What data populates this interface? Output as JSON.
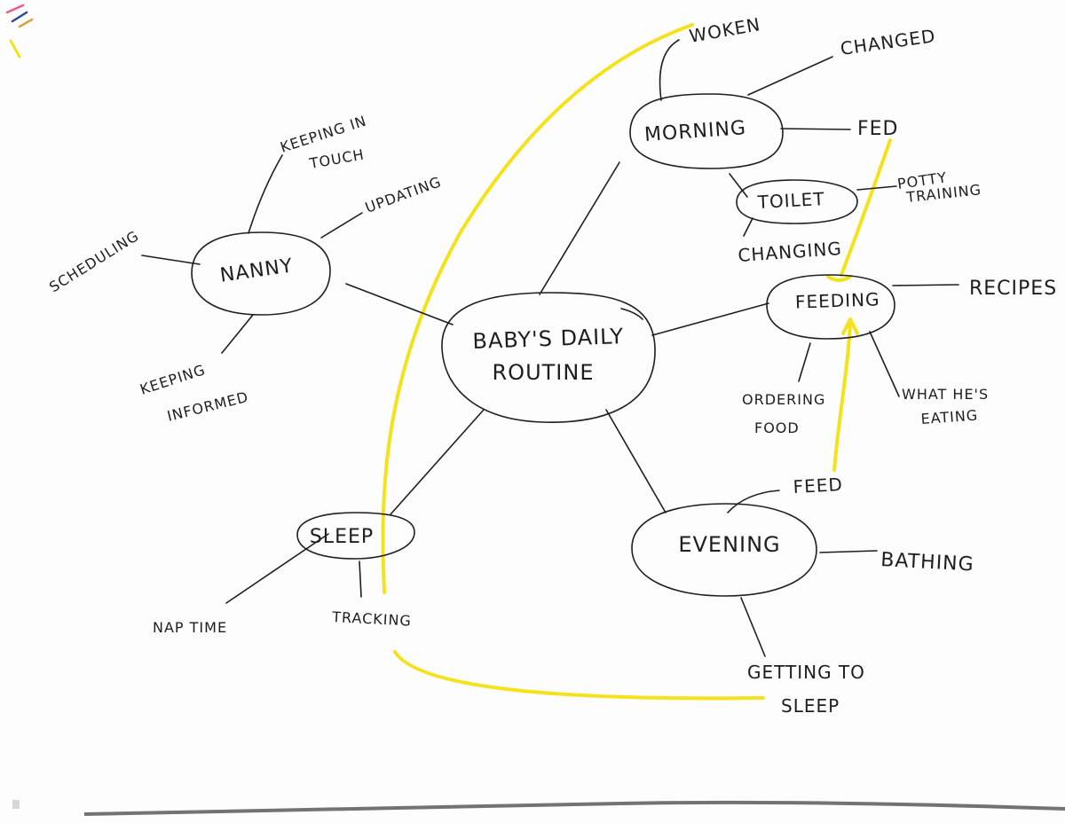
{
  "central": {
    "line1": "BABY'S DAILY",
    "line2": "ROUTINE"
  },
  "nodes": {
    "morning": "MORNING",
    "toilet": "TOILET",
    "feeding": "FEEDING",
    "evening": "EVENING",
    "sleep": "SLEEP",
    "nanny": "NANNY"
  },
  "leaves": {
    "woken": "WOKEN",
    "changed": "CHANGED",
    "fed": "FED",
    "potty_line1": "POTTY",
    "potty_line2": "TRAINING",
    "changing": "CHANGING",
    "recipes": "RECIPES",
    "ordering_line1": "ORDERING",
    "ordering_line2": "FOOD",
    "whathes_line1": "WHAT HE'S",
    "whathes_line2": "EATING",
    "feed": "FEED",
    "bathing": "BATHING",
    "gettosleep_line1": "GETTING TO",
    "gettosleep_line2": "SLEEP",
    "naptime": "NAP TIME",
    "tracking": "TRACKING",
    "keeping_touch_line1": "KEEPING IN",
    "keeping_touch_line2": "TOUCH",
    "updating": "UPDATING",
    "scheduling": "SCHEDULING",
    "keeping_informed_line1": "KEEPING",
    "keeping_informed_line2": "INFORMED"
  },
  "colors": {
    "ink": "#1e1e1e",
    "highlighter": "#f4e21c",
    "board": "#fdfdfd"
  }
}
